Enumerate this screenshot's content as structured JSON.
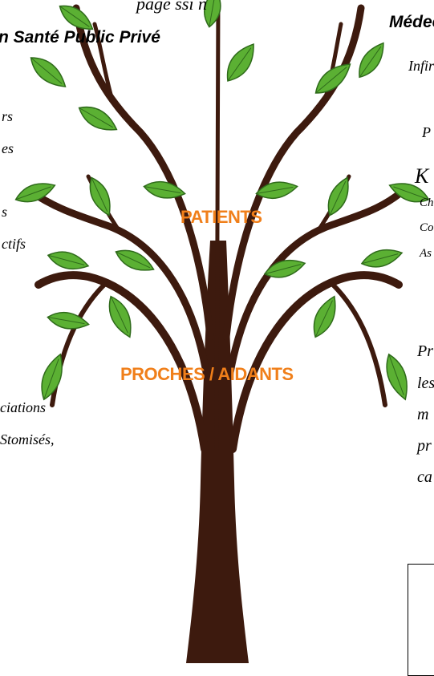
{
  "top_fragment": "page     ssi   n",
  "left_heading": "n Santé Public Privé",
  "right_heading": "Médec",
  "left_fragments": [
    "rs",
    "es",
    "s",
    "ctifs",
    "ciations",
    "Stomisés,"
  ],
  "right_fragments": [
    "Infirm",
    "P",
    "K",
    "Ch",
    "Co",
    "As",
    "Pr",
    "les",
    "m",
    "pr",
    "ca"
  ],
  "tree_labels": {
    "patients": "PATIENTS",
    "aidants": "PROCHES / AIDANTS"
  },
  "colors": {
    "trunk": "#3d1a0e",
    "leaf": "#5bb033",
    "leaf_dark": "#2f6b1b",
    "label": "#f07f1a"
  }
}
